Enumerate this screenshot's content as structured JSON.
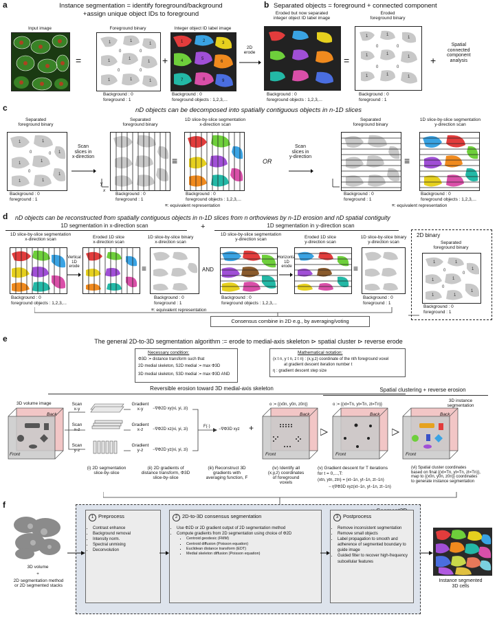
{
  "panel_a": {
    "label": "a",
    "title_line1": "Instance segmentation = identify foreground/background",
    "title_line2": "+assign unique object IDs to foreground",
    "input_label": "Input image",
    "fg_binary_label": "Foreground binary",
    "id_label_image": "Integer object ID label image",
    "eq": "=",
    "plus": "+",
    "fg_legend_bg": "Background : 0",
    "fg_legend_fg": "foreground : 1",
    "id_legend_bg": "Background : 0",
    "id_legend_fg": "foreground objects : 1,2,3,...",
    "erode_label": "2D\nerode"
  },
  "panel_b": {
    "label": "b",
    "title": "Separated objects = foreground + connected component",
    "eroded_id_label": "Eroded but now separated\ninteger object ID label image",
    "eroded_binary_label": "Eroded\nforeground binary",
    "eq": "=",
    "plus": "+",
    "cca_label": "Spatial\nconnected\ncomponent\nanalysis",
    "id_legend_bg": "Background : 0",
    "id_legend_fg": "foreground objects : 1,2,3,...",
    "bin_legend_bg": "Background : 0",
    "bin_legend_fg": "foreground : 1"
  },
  "panel_c": {
    "label": "c",
    "title": "nD objects can be decomposed into spatially contiguous objects in n-1D slices",
    "sep_binary": "Separated\nforeground binary",
    "scan_x": "Scan\nslices in\nx-direction",
    "scan_y": "Scan\nslices in\ny-direction",
    "slice_x_label": "1D slice-by-slice segmentation\nx-direction scan",
    "slice_y_label": "1D slice-by-slice segmentation\ny-direction scan",
    "or": "OR",
    "equiv": "≡",
    "equiv_note": ": equivalent representation",
    "legend_bg": "Background : 0",
    "legend_fg": "foreground : 1",
    "legend_objs": "foreground objects : 1,2,3,..."
  },
  "panel_d": {
    "label": "d",
    "title": "nD objects can be reconstructed from spatially contiguous objects in n-1D slices from n orthoviews by n-1D erosion and nD spatial contiguity",
    "x_header": "1D segmentation in x-direction scan",
    "y_header": "1D segmentation in y-direction scan",
    "plus": "+",
    "x_slice": "1D slice-by-slice segmentation\nx-direction scan",
    "x_eroded": "Eroded 1D slice\nx-direction scan",
    "x_binary": "1D slice-by-slice binary\nx-direction scan",
    "vert_erode": "Vertical\n1D\nerode",
    "and": "AND",
    "y_slice": "1D slice-by-slice segmentation\ny-direction scan",
    "y_eroded": "Eroded 1D slice\ny-direction scan",
    "y_binary": "1D slice-by-slice binary\ny-direction scan",
    "horiz_erode": "Horizontal\n1D\nerode",
    "binary2d_title": "2D binary",
    "binary2d_sub": "Separated\nforeground binary",
    "legend_bg": "Background : 0",
    "legend_objs": "foreground objects : 1,2,3,...",
    "legend_fg": "foreground : 1",
    "equiv_note": ": equivalent representation",
    "consensus": "Consensus combine in 2D e.g., by averaging/voting"
  },
  "panel_e": {
    "label": "e",
    "title": "The general 2D-to-3D segmentation algorithm := erode to medial-axis skeleton ⊳ spatial cluster ⊳ reverse erode",
    "necessary_title": "Necessary condition:",
    "necessary_1": "Φ3D := distance transform such that",
    "necessary_2": "2D medial skeleton, S2D medial := max Φ3D",
    "necessary_3": "3D medial skeleton, S3D medial := max Φ3D  AND",
    "notation_title": "Mathematical notation:",
    "notation_1": "(x t n, y t n, z t n) : (x,y,z) coordinate of the nth foreground voxel",
    "notation_2": "at gradient descent iteration number t",
    "notation_3": "η : gradient descent step size",
    "reversible": "Reversible erosion toward 3D medial-axis skeleton",
    "spatial_cluster": "Spatial clustering + reverse erosion",
    "vol_label": "3D volume image",
    "inst_label": "3D instance\nsegmentation",
    "back": "Back",
    "front": "Front",
    "scan_xy": "Scan\nx-y",
    "scan_xz": "Scan\nx-z",
    "scan_yz": "Scan\ny-z",
    "grad_xy": "Gradient\nx-y",
    "grad_xz": "Gradient\nx-z",
    "grad_yz": "Gradient\ny-z",
    "phi_xy": "−∇Φ2D xy(xi, yi, zi)",
    "phi_xz": "−∇Φ2D xz(xi, yi, zi)",
    "phi_yz": "−∇Φ2D yz(xi, yi, zi)",
    "f_op": "F(·)",
    "phi_3d": "−∇Φ3D xyz",
    "plus": "+",
    "set_1": "o := {(x0n, y0n, z0n)}",
    "set_2": "o := {(xt=Tn, yt=Tn, zt=Tn)}",
    "cap_i": "(i) 2D segmentation\nslice-by-slice",
    "cap_ii": "(ii) 2D gradients of\ndistance transform, Φ3D\nslice-by-slice",
    "cap_iii": "(iii) Reconstruct 3D\ngradients with\naveraging function, F",
    "cap_iv": "(iv) Identify all\n(x,y,z) coordinates\nof foreground\nvoxels",
    "cap_v1": "(v) Gradient descent for T iterations",
    "cap_v2": "for t = 0,...,T:",
    "cap_v3": "(xtn, ytn, ztn) = (xt−1n, yt−1n, zt−1n)",
    "cap_v4": "− η∇Φ3D xyz(xt−1n, yt−1n, zt−1n)",
    "cap_vi": "(vi) Spatial cluster coordinates\nbased on final {(xt=Tn, yt=Tn, zt=Tn)},\nmap to {(x0n, y0n, z0n)} coordinates\nto generate instance segmentation",
    "axes_x": "x",
    "axes_y": "y",
    "axes_z": "z"
  },
  "panel_f": {
    "label": "f",
    "title": "u-Segment3D",
    "input_1": "3D volume",
    "input_plus": "+",
    "input_2": "2D segmentation method\nor 2D segmented stacks",
    "output": "Instance segmented\n3D cells",
    "step1": {
      "num": "1",
      "title": "Preprocess",
      "items": [
        "Contrast enhance",
        "Background removal",
        "Intensity norm.",
        "Spectral unmixing",
        "Deconvolution"
      ]
    },
    "step2": {
      "num": "2",
      "title": "2D-to-3D consensus segmentation",
      "items": [
        "Use Φ2D or 2D gradient output of 2D segmentation method",
        "Compute gradients from 2D segmentation using choice of Φ2D"
      ],
      "subitems": [
        "Centroid geodesic (FMM)",
        "Centroid diffusion (Poisson equation)",
        "Euclidean distance transform (EDT)",
        "Medial skeleton diffusion (Poisson equation)"
      ]
    },
    "step3": {
      "num": "3",
      "title": "Postprocess",
      "items": [
        "Remove inconsistent segmentation",
        "Remove small objects",
        "Label propagation to smooth and adherence of segmented boundary to guide image",
        "Guided filter to recover high-frequency subcellular features"
      ]
    }
  }
}
